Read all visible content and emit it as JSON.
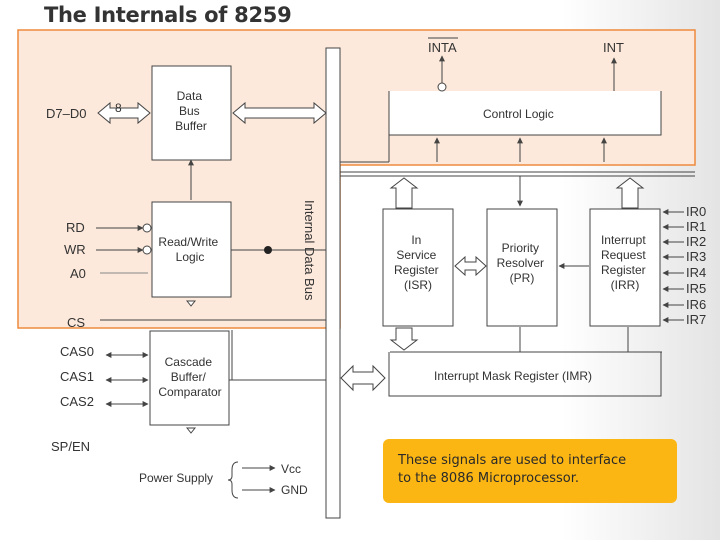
{
  "slide": {
    "title": "The Internals of 8259"
  },
  "blocks": {
    "data_bus_buffer": [
      "Data",
      "Bus",
      "Buffer"
    ],
    "read_write_logic": [
      "Read/Write",
      "Logic"
    ],
    "cascade_buffer": [
      "Cascade",
      "Buffer/",
      "Comparator"
    ],
    "control_logic": "Control Logic",
    "isr": [
      "In",
      "Service",
      "Register",
      "(ISR)"
    ],
    "priority_resolver": [
      "Priority",
      "Resolver",
      "(PR)"
    ],
    "irr": [
      "Interrupt",
      "Request",
      "Register",
      "(IRR)"
    ],
    "imr": "Interrupt Mask Register (IMR)",
    "internal_bus": "Internal Data Bus"
  },
  "signals": {
    "inta": "INTA",
    "int": "INT",
    "data_lines": "D7–D0",
    "bus_width": "8",
    "rd": "RD",
    "wr": "WR",
    "a0": "A0",
    "cs": "CS",
    "cas": [
      "CAS0",
      "CAS1",
      "CAS2"
    ],
    "sp_en": "SP/EN",
    "ir": [
      "IR0",
      "IR1",
      "IR2",
      "IR3",
      "IR4",
      "IR5",
      "IR6",
      "IR7"
    ]
  },
  "power": {
    "label": "Power Supply",
    "vcc": "Vcc",
    "gnd": "GND"
  },
  "callout": {
    "line1": "These signals are used to interface",
    "line2": "to the 8086 Microprocessor."
  },
  "colors": {
    "highlight_fill": "#fde9db",
    "highlight_border": "#ee8a3c",
    "callout": "#fbb613",
    "line": "#555555"
  }
}
